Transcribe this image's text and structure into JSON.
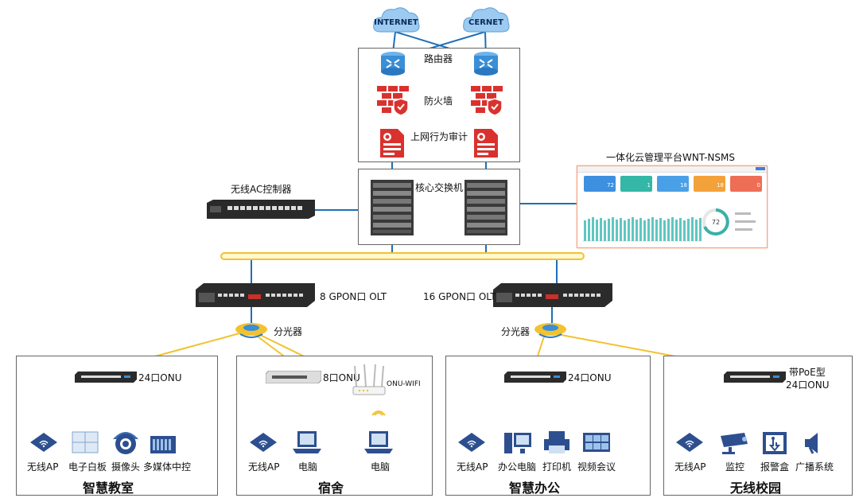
{
  "clouds": {
    "internet": "INTERNET",
    "cernet": "CERNET"
  },
  "core": {
    "router": "路由器",
    "firewall": "防火墙",
    "audit": "上网行为审计",
    "core_switch": "核心交换机"
  },
  "ac_controller": "无线AC控制器",
  "cloud_platform": {
    "title": "一体化云管理平台WNT-NSMS",
    "tile_values": [
      "72",
      "1",
      "18",
      "18",
      "0"
    ],
    "gauge_value": "72"
  },
  "olt_left": "8 GPON口 OLT",
  "olt_right": "16 GPON口 OLT",
  "splitter_left": "分光器",
  "splitter_right": "分光器",
  "zones": [
    {
      "title": "智慧教室",
      "onu": "24口ONU",
      "devices": [
        "无线AP",
        "电子白板",
        "摄像头",
        "多媒体中控"
      ]
    },
    {
      "title": "宿舍",
      "onu": "8口ONU",
      "wifi": "ONU-WIFI",
      "devices": [
        "无线AP",
        "电脑",
        "电脑"
      ]
    },
    {
      "title": "智慧办公",
      "onu": "24口ONU",
      "devices": [
        "无线AP",
        "办公电脑",
        "打印机",
        "视频会议"
      ]
    },
    {
      "title": "无线校园",
      "onu_line1": "带PoE型",
      "onu_line2": "24口ONU",
      "devices": [
        "无线AP",
        "监控",
        "报警盒",
        "广播系统"
      ]
    }
  ],
  "colors": {
    "link_blue": "#1f6fb5",
    "fiber_yellow": "#f2c230",
    "firewall_red": "#d9322e",
    "router_blue": "#3a8fd6"
  }
}
